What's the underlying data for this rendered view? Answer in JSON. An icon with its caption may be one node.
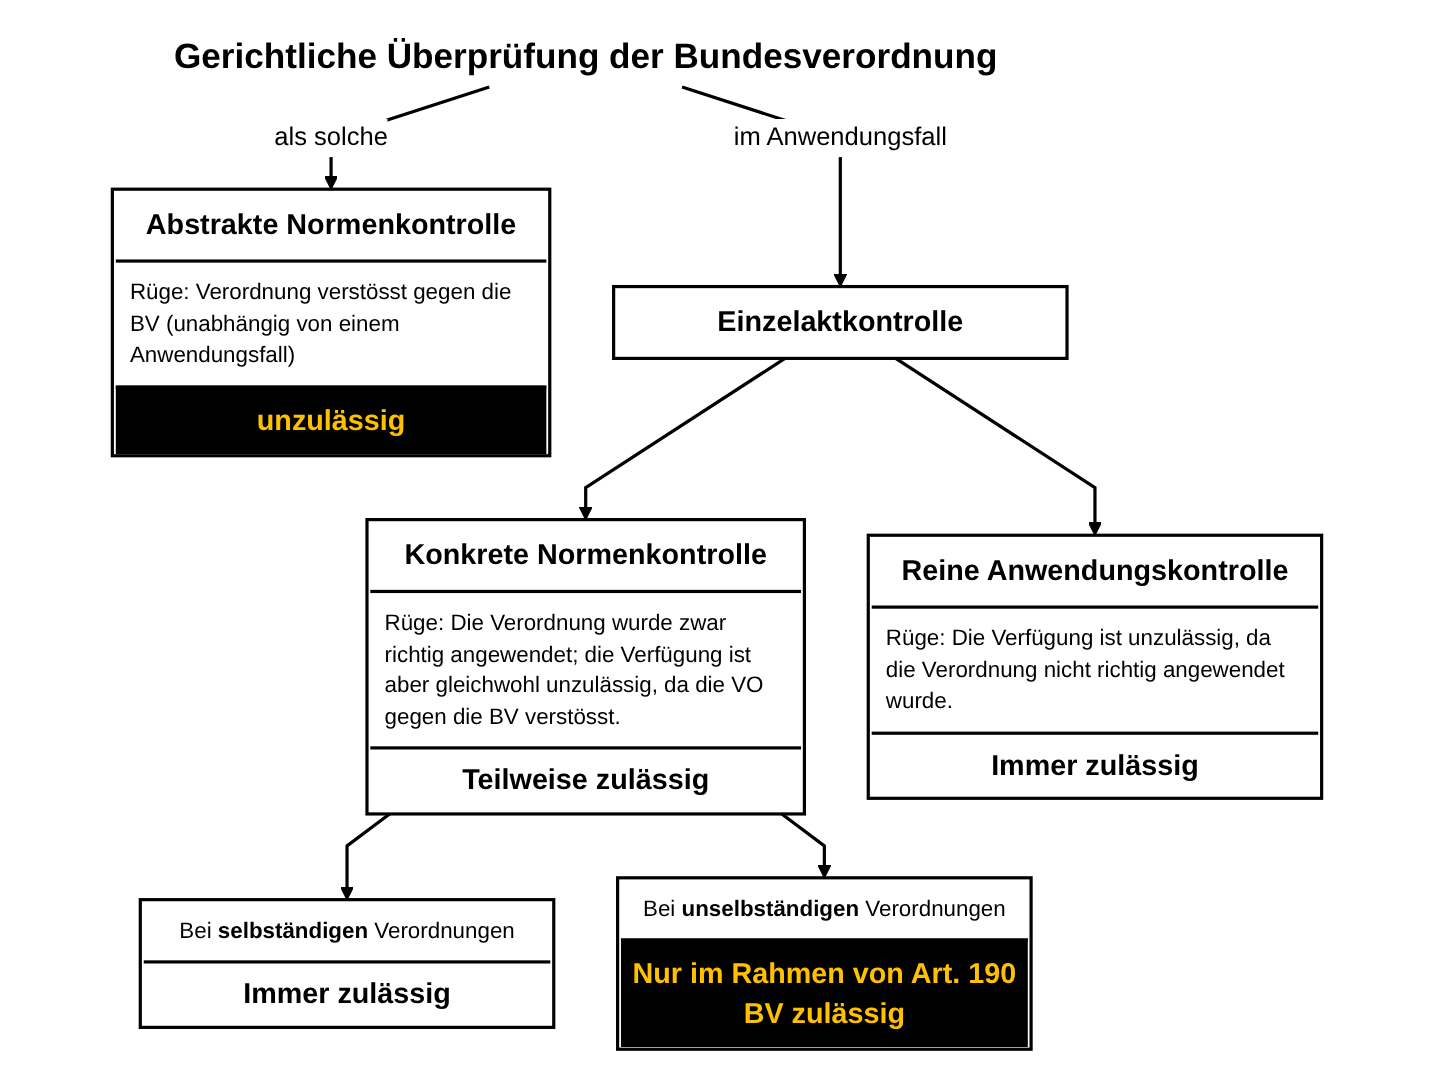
{
  "diagram": {
    "nodes": [
      {
        "text": [
          "Gerichtliche Überprüfung der Bundesverordnung"
        ]
      },
      {
        "text": [
          "Abstrakte Normenkontrolle",
          "Rüge: Verordnung verstösst gegen die BV (unabhängig von einem Anwendungsfall)",
          "unzulässig"
        ]
      },
      {
        "text": [
          "Einzelaktkontrolle"
        ]
      },
      {
        "text": [
          "Konkrete Normenkontrolle",
          "Rüge: Die Verordnung wurde zwar richtig angewendet; die Verfügung ist aber gleichwohl unzulässig, da die VO gegen die BV verstösst.",
          "Teilweise zulässig"
        ]
      },
      {
        "text": [
          "Reine Anwendungskontrolle",
          "Rüge: Die Verfügung ist unzulässig, da die Verordnung nicht richtig angewendet wurde.",
          "Immer zulässig"
        ]
      },
      {
        "text": [
          "Bei **selbständigen** Verordnungen",
          "Immer zulässig"
        ]
      },
      {
        "text": [
          "Bei **unselbständigen** Verordnungen",
          "Nur im Rahmen von Art. 190 BV zulässig"
        ]
      }
    ],
    "edges": [
      {
        "from": 0,
        "to": 1,
        "arrow": "to",
        "label": "als solche"
      },
      {
        "from": 0,
        "to": 2,
        "arrow": "to",
        "label": "im Anwendungsfall"
      },
      {
        "from": 2,
        "to": 3,
        "arrow": "to"
      },
      {
        "from": 2,
        "to": 4,
        "arrow": "to"
      },
      {
        "from": 3,
        "to": 5,
        "arrow": "to"
      },
      {
        "from": 3,
        "to": 6,
        "arrow": "to"
      }
    ]
  }
}
